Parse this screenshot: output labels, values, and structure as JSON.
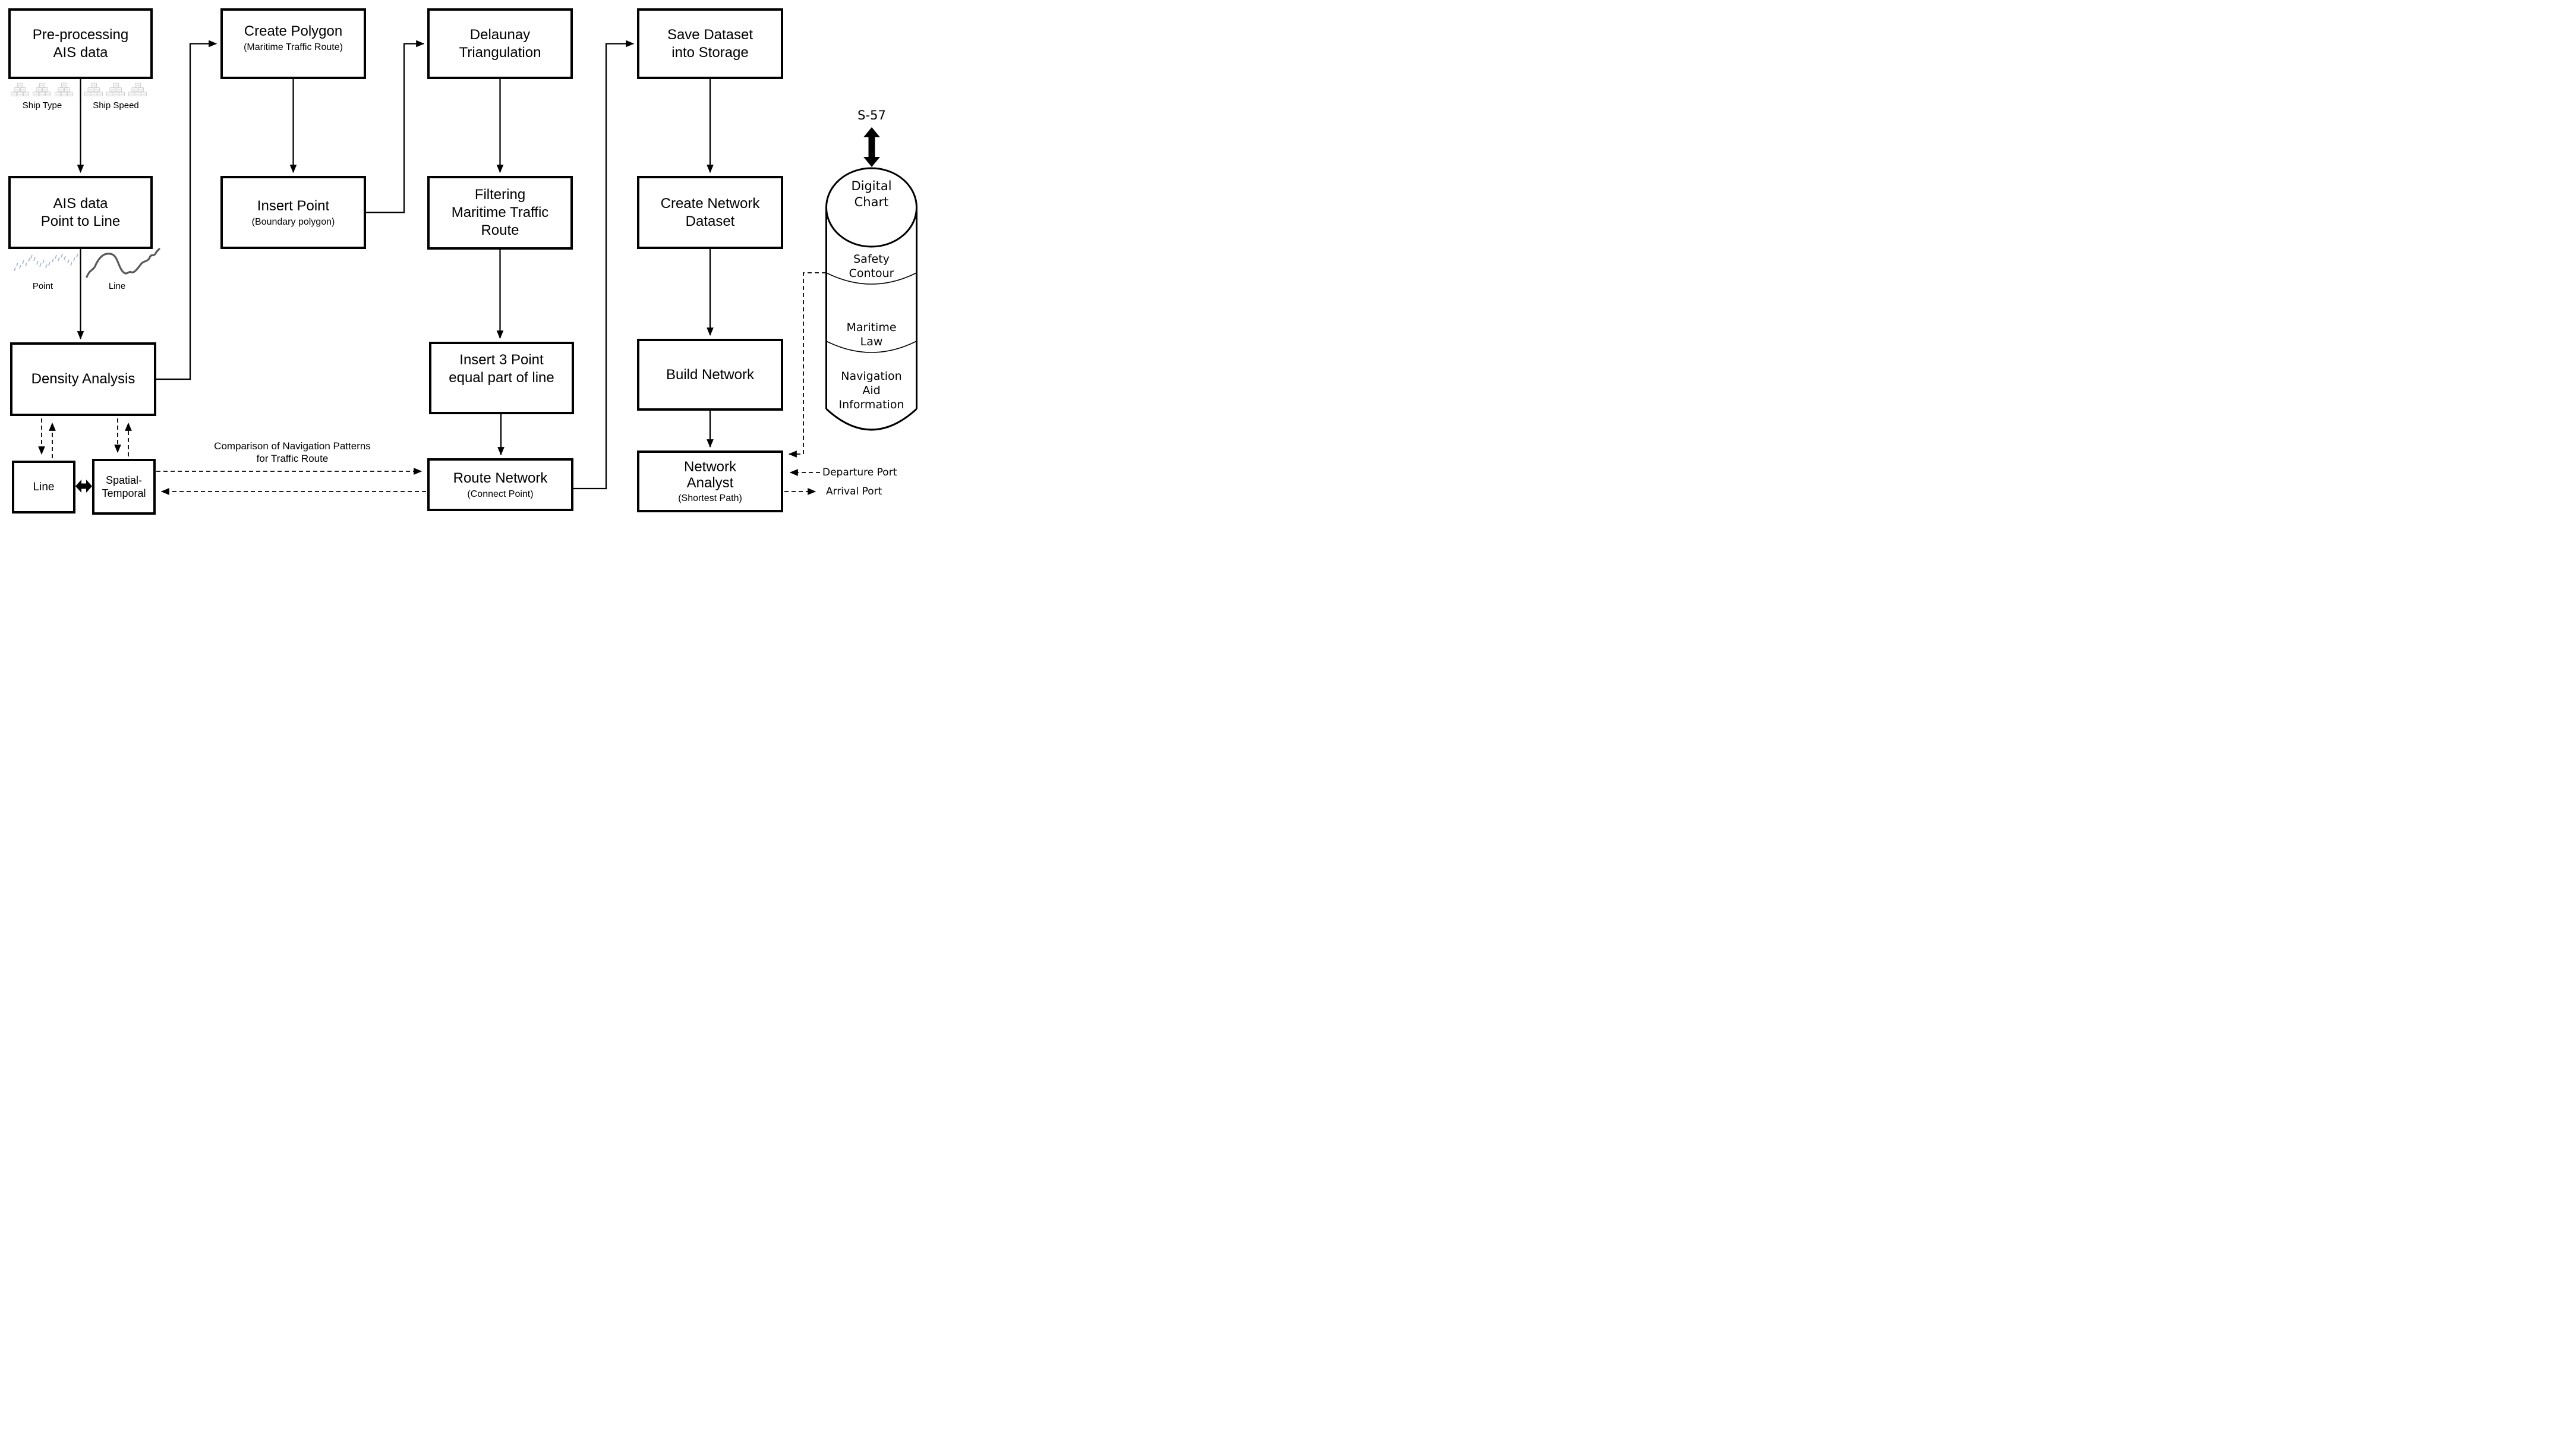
{
  "nodes": {
    "preprocessing": {
      "label": "Pre-processing\nAIS data"
    },
    "ais_point_to_line": {
      "label": "AIS data\nPoint to Line"
    },
    "density": {
      "label": "Density Analysis"
    },
    "line_small": {
      "label": "Line"
    },
    "spatial_temporal": {
      "label": "Spatial-\nTemporal"
    },
    "create_polygon": {
      "label": "Create Polygon",
      "sublabel": "(Maritime Traffic Route)"
    },
    "insert_point": {
      "label": "Insert Point",
      "sublabel": "(Boundary polygon)"
    },
    "delaunay": {
      "label": "Delaunay\nTriangulation"
    },
    "filtering": {
      "label": "Filtering\nMaritime Traffic\nRoute"
    },
    "insert3": {
      "label": "Insert 3 Point\nequal part of line"
    },
    "route_network": {
      "label": "Route Network",
      "sublabel": "(Connect Point)"
    },
    "save_dataset": {
      "label": "Save Dataset\ninto Storage"
    },
    "create_network": {
      "label": "Create Network\nDataset"
    },
    "build_network": {
      "label": "Build Network"
    },
    "network_analyst": {
      "label": "Network\nAnalyst",
      "sublabel": "(Shortest Path)"
    }
  },
  "labels": {
    "ship_type": "Ship Type",
    "ship_speed": "Ship Speed",
    "point": "Point",
    "line": "Line",
    "comparison": "Comparison of Navigation Patterns\nfor Traffic Route",
    "s57": "S-57",
    "departure_port": "Departure Port",
    "arrival_port": "Arrival Port"
  },
  "cylinder": {
    "top_label": "Digital\nChart",
    "sections": [
      "Safety\nContour",
      "Maritime\nLaw",
      "Navigation\nAid\nInformation"
    ]
  },
  "colors": {
    "ink": "#000000",
    "icon_gray": "#cfcfcf",
    "point_blue": "#a9b6ce",
    "line_gray": "#595959"
  }
}
